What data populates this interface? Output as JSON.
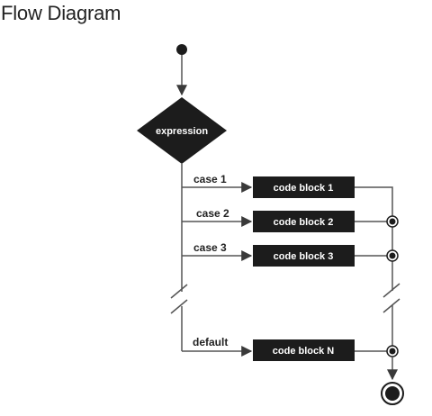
{
  "heading": "Flow Diagram",
  "diagram": {
    "decision": "expression",
    "cases": [
      {
        "label": "case 1",
        "block": "code block 1"
      },
      {
        "label": "case 2",
        "block": "code block 2"
      },
      {
        "label": "case 3",
        "block": "code block 3"
      },
      {
        "label": "default",
        "block": "code block N"
      }
    ],
    "colors": {
      "node_fill": "#1c1c1c",
      "line": "#555555",
      "text": "#ffffff"
    }
  }
}
